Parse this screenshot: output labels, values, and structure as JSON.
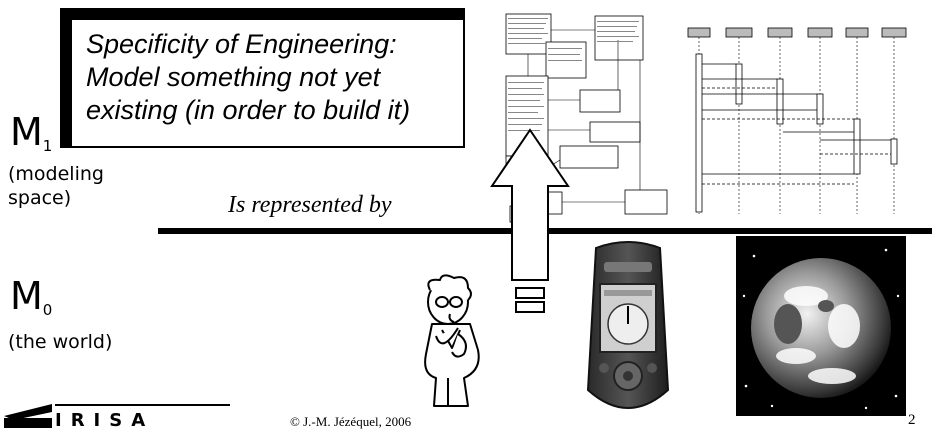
{
  "callout": {
    "line1": "Specificity of Engineering:",
    "line2": "Model something not yet",
    "line3": "existing (in order to build it)"
  },
  "m1": {
    "letter": "M",
    "index": "1",
    "desc1": "(modeling",
    "desc2": "space)"
  },
  "m0": {
    "letter": "M",
    "index": "0",
    "desc1": "(the world)"
  },
  "relation_label": "Is represented by",
  "footer": {
    "copyright": "© J.-M. Jézéquel, 2006",
    "page": "2"
  },
  "logo": {
    "text": "IRISA"
  },
  "colors": {
    "line": "#000000",
    "background": "#ffffff"
  }
}
